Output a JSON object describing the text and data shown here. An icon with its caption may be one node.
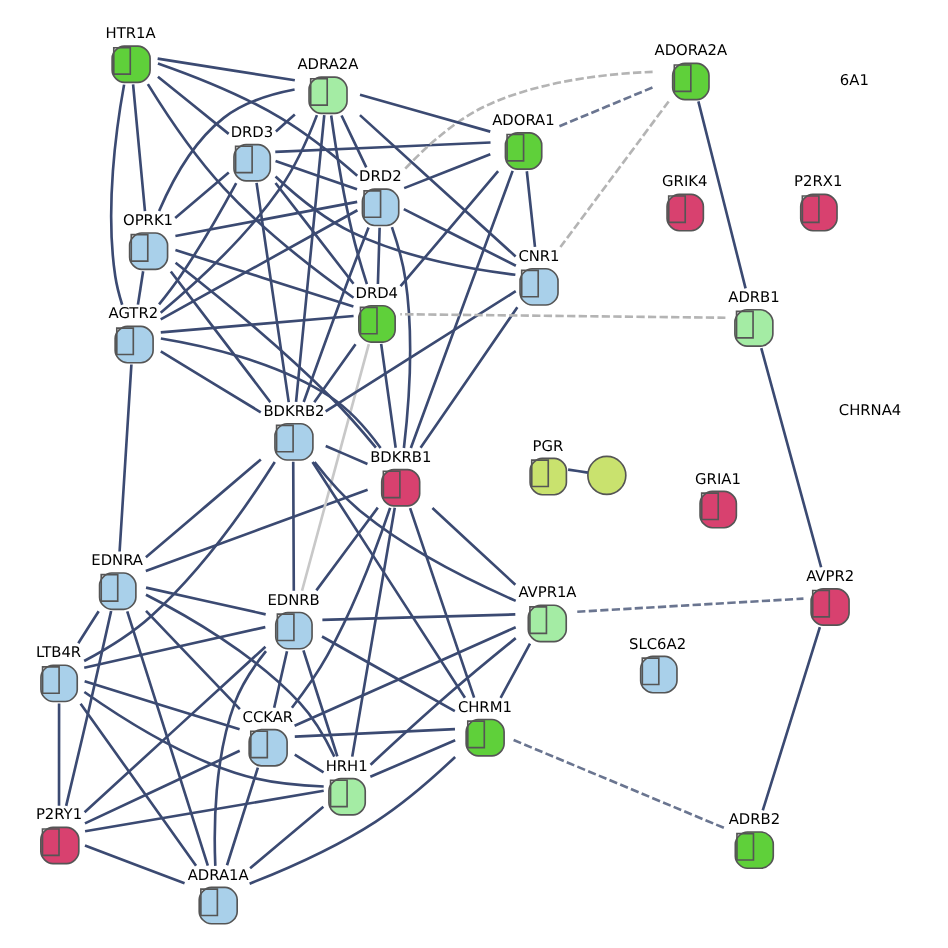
{
  "diagram": {
    "nodes": [
      {
        "text": [],
        "shape": "circle",
        "beside": [
          "SLC6A2"
        ]
      },
      {
        "text": [],
        "shape": "circle",
        "beside": [
          "ADRA1A"
        ]
      },
      {
        "text": [],
        "shape": "circle",
        "beside": [
          "P2RY1"
        ]
      },
      {
        "text": [],
        "shape": "circle",
        "beside": [
          "LTB4R"
        ]
      },
      {
        "text": [],
        "shape": "circle",
        "beside": [
          "P2RX1"
        ]
      },
      {
        "text": [],
        "shape": "circle",
        "beside": [
          "CCKAR"
        ]
      },
      {
        "text": [],
        "shape": "circle",
        "beside": [
          "HRH1"
        ]
      },
      {
        "text": [],
        "shape": "circle",
        "beside": [
          "EDNRA"
        ]
      },
      {
        "text": [],
        "shape": "circle",
        "beside": [
          "EDNRB"
        ]
      },
      {
        "text": [],
        "shape": "circle",
        "beside": [
          "PGR"
        ]
      },
      {
        "text": [],
        "shape": "circle"
      },
      {
        "text": [],
        "shape": "circle",
        "beside": [
          "CHRM1"
        ]
      },
      {
        "text": [],
        "shape": "circle",
        "beside": [
          "AVPR1A"
        ]
      },
      {
        "text": [],
        "shape": "circle",
        "beside": [
          "ADRB2"
        ]
      },
      {
        "text": [],
        "shape": "circle",
        "beside": [
          "BDKRB2"
        ]
      },
      {
        "text": [],
        "shape": "circle",
        "beside": [
          "AGTR2"
        ]
      },
      {
        "text": [],
        "shape": "circle",
        "beside": [
          "AVPR2"
        ]
      },
      {
        "text": [],
        "shape": "circle",
        "beside": [
          "BDKRB1"
        ]
      },
      {
        "text": [],
        "shape": "circle",
        "beside": [
          "OPRK1"
        ]
      },
      {
        "text": [],
        "shape": "circle",
        "beside": [
          "ADRB1"
        ]
      },
      {
        "text": [],
        "shape": "circle",
        "beside": [
          "HTR1A"
        ]
      },
      {
        "text": [],
        "shape": "circle",
        "beside": [
          "DRD4"
        ]
      },
      {
        "text": [],
        "shape": "circle",
        "beside": [
          "DRD2"
        ]
      },
      {
        "text": [],
        "shape": "circle",
        "beside": [
          "DRD3"
        ]
      },
      {
        "text": [],
        "shape": "circle",
        "beside": [
          "ADORA2A"
        ]
      },
      {
        "text": [],
        "shape": "circle",
        "beside": [
          "ADORA1"
        ]
      },
      {
        "text": [],
        "shape": "circle",
        "beside": [
          "CNR1"
        ]
      },
      {
        "text": [],
        "shape": "circle",
        "beside": [
          "ADRA2A"
        ]
      },
      {
        "text": [],
        "shape": "circle",
        "beside": [
          "GRIA1"
        ]
      },
      {
        "text": [],
        "shape": "circle",
        "beside": [
          "GRIK4"
        ]
      }
    ],
    "edges": [
      {
        "from": 1,
        "to": 2,
        "arrow": "none"
      },
      {
        "from": 1,
        "to": 3,
        "arrow": "none"
      },
      {
        "from": 1,
        "to": 5,
        "arrow": "none"
      },
      {
        "from": 1,
        "to": 6,
        "arrow": "none"
      },
      {
        "from": 1,
        "to": 8,
        "arrow": "none"
      },
      {
        "from": 1,
        "to": 7,
        "arrow": "none"
      },
      {
        "from": 1,
        "to": 11,
        "arrow": "none"
      },
      {
        "from": 2,
        "to": 3,
        "arrow": "none"
      },
      {
        "from": 2,
        "to": 5,
        "arrow": "none"
      },
      {
        "from": 2,
        "to": 6,
        "arrow": "none"
      },
      {
        "from": 2,
        "to": 8,
        "arrow": "none"
      },
      {
        "from": 2,
        "to": 7,
        "arrow": "none"
      },
      {
        "from": 3,
        "to": 5,
        "arrow": "none"
      },
      {
        "from": 3,
        "to": 6,
        "arrow": "none"
      },
      {
        "from": 3,
        "to": 7,
        "arrow": "none"
      },
      {
        "from": 3,
        "to": 8,
        "arrow": "none"
      },
      {
        "from": 3,
        "to": 14,
        "arrow": "none"
      },
      {
        "from": 5,
        "to": 6,
        "arrow": "none"
      },
      {
        "from": 5,
        "to": 8,
        "arrow": "none"
      },
      {
        "from": 5,
        "to": 7,
        "arrow": "none"
      },
      {
        "from": 5,
        "to": 11,
        "arrow": "none"
      },
      {
        "from": 5,
        "to": 12,
        "arrow": "none"
      },
      {
        "from": 5,
        "to": 17,
        "arrow": "none"
      },
      {
        "from": 6,
        "to": 8,
        "arrow": "none"
      },
      {
        "from": 6,
        "to": 7,
        "arrow": "none"
      },
      {
        "from": 6,
        "to": 11,
        "arrow": "none"
      },
      {
        "from": 6,
        "to": 12,
        "arrow": "none"
      },
      {
        "from": 6,
        "to": 17,
        "arrow": "none"
      },
      {
        "from": 7,
        "to": 8,
        "arrow": "none"
      },
      {
        "from": 7,
        "to": 14,
        "arrow": "none"
      },
      {
        "from": 7,
        "to": 15,
        "arrow": "none"
      },
      {
        "from": 7,
        "to": 17,
        "arrow": "none"
      },
      {
        "from": 8,
        "to": 11,
        "arrow": "none"
      },
      {
        "from": 8,
        "to": 12,
        "arrow": "none"
      },
      {
        "from": 8,
        "to": 14,
        "arrow": "none"
      },
      {
        "from": 8,
        "to": 17,
        "arrow": "none"
      },
      {
        "from": 11,
        "to": 12,
        "arrow": "none"
      },
      {
        "from": 11,
        "to": 14,
        "arrow": "none"
      },
      {
        "from": 11,
        "to": 17,
        "arrow": "none"
      },
      {
        "from": 12,
        "to": 14,
        "arrow": "none"
      },
      {
        "from": 12,
        "to": 17,
        "arrow": "none"
      },
      {
        "from": 14,
        "to": 15,
        "arrow": "none"
      },
      {
        "from": 14,
        "to": 17,
        "arrow": "none"
      },
      {
        "from": 17,
        "to": 15,
        "arrow": "none"
      },
      {
        "from": 17,
        "to": 18,
        "arrow": "none"
      },
      {
        "from": 17,
        "to": 21,
        "arrow": "none"
      },
      {
        "from": 17,
        "to": 22,
        "arrow": "none"
      },
      {
        "from": 17,
        "to": 25,
        "arrow": "none"
      },
      {
        "from": 17,
        "to": 26,
        "arrow": "none"
      },
      {
        "from": 14,
        "to": 21,
        "arrow": "none"
      },
      {
        "from": 14,
        "to": 22,
        "arrow": "none"
      },
      {
        "from": 14,
        "to": 23,
        "arrow": "none"
      },
      {
        "from": 14,
        "to": 18,
        "arrow": "none"
      },
      {
        "from": 14,
        "to": 26,
        "arrow": "none"
      },
      {
        "from": 14,
        "to": 27,
        "arrow": "none"
      },
      {
        "from": 15,
        "to": 18,
        "arrow": "none"
      },
      {
        "from": 15,
        "to": 20,
        "arrow": "none"
      },
      {
        "from": 15,
        "to": 22,
        "arrow": "none"
      },
      {
        "from": 15,
        "to": 23,
        "arrow": "none"
      },
      {
        "from": 15,
        "to": 21,
        "arrow": "none"
      },
      {
        "from": 15,
        "to": 27,
        "arrow": "none"
      },
      {
        "from": 18,
        "to": 20,
        "arrow": "none"
      },
      {
        "from": 18,
        "to": 22,
        "arrow": "none"
      },
      {
        "from": 18,
        "to": 23,
        "arrow": "none"
      },
      {
        "from": 18,
        "to": 21,
        "arrow": "none"
      },
      {
        "from": 18,
        "to": 27,
        "arrow": "none"
      },
      {
        "from": 20,
        "to": 22,
        "arrow": "none"
      },
      {
        "from": 20,
        "to": 23,
        "arrow": "none"
      },
      {
        "from": 20,
        "to": 21,
        "arrow": "none"
      },
      {
        "from": 20,
        "to": 27,
        "arrow": "none"
      },
      {
        "from": 21,
        "to": 22,
        "arrow": "none"
      },
      {
        "from": 21,
        "to": 25,
        "arrow": "none"
      },
      {
        "from": 21,
        "to": 23,
        "arrow": "none"
      },
      {
        "from": 21,
        "to": 27,
        "arrow": "none"
      },
      {
        "from": 22,
        "to": 25,
        "arrow": "none"
      },
      {
        "from": 22,
        "to": 26,
        "arrow": "none"
      },
      {
        "from": 22,
        "to": 23,
        "arrow": "none"
      },
      {
        "from": 22,
        "to": 27,
        "arrow": "none"
      },
      {
        "from": 23,
        "to": 25,
        "arrow": "none"
      },
      {
        "from": 23,
        "to": 26,
        "arrow": "none"
      },
      {
        "from": 23,
        "to": 27,
        "arrow": "none"
      },
      {
        "from": 25,
        "to": 26,
        "arrow": "none"
      },
      {
        "from": 25,
        "to": 27,
        "arrow": "none"
      },
      {
        "from": 26,
        "to": 27,
        "arrow": "none"
      },
      {
        "from": 8,
        "to": 21,
        "arrow": "none",
        "color": "#c8c8c8"
      },
      {
        "from": 9,
        "to": 10,
        "arrow": "none"
      },
      {
        "from": 11,
        "to": 13,
        "arrow": "none",
        "style": "dashed",
        "color": "#6a7590"
      },
      {
        "from": 12,
        "to": 16,
        "arrow": "none",
        "style": "dashed",
        "color": "#6a7590"
      },
      {
        "from": 13,
        "to": 16,
        "arrow": "none"
      },
      {
        "from": 16,
        "to": 19,
        "arrow": "none"
      },
      {
        "from": 19,
        "to": 24,
        "arrow": "none"
      },
      {
        "from": 19,
        "to": 21,
        "arrow": "none",
        "style": "dashed",
        "color": "#b4b4b4"
      },
      {
        "from": 24,
        "to": 22,
        "arrow": "none",
        "style": "dashed",
        "color": "#b4b4b4"
      },
      {
        "from": 24,
        "to": 25,
        "arrow": "none",
        "style": "dashed",
        "color": "#6a7590"
      },
      {
        "from": 24,
        "to": 26,
        "arrow": "none",
        "style": "dashed",
        "color": "#b4b4b4"
      }
    ],
    "labels": [
      "6A1",
      "CHRNA4"
    ]
  }
}
